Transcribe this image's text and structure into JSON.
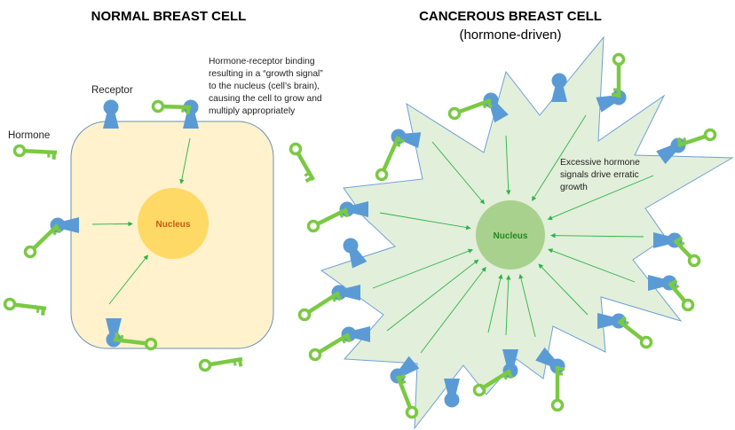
{
  "normal": {
    "title": "NORMAL BREAST CELL",
    "receptor_label": "Receptor",
    "hormone_label": "Hormone",
    "nucleus_label": "Nucleus",
    "annotation": [
      "Hormone-receptor binding",
      "resulting in a “growth signal”",
      "to the nucleus (cell’s brain),",
      "causing the cell to grow and",
      "multiply appropriately"
    ]
  },
  "cancer": {
    "title": "CANCEROUS BREAST CELL",
    "subtitle": "(hormone-driven)",
    "nucleus_label": "Nucleus",
    "annotation": [
      "Excessive hormone",
      "signals drive erratic",
      "growth"
    ]
  },
  "colors": {
    "receptor": "#5b9bd5",
    "hormone": "#7ac943",
    "normal_cell": "#fff2cc",
    "normal_nucleus": "#ffd966",
    "cancer_cell": "#e2efda",
    "cancer_nucleus": "#a9d18e",
    "signal_arrow": "#2db34a"
  }
}
